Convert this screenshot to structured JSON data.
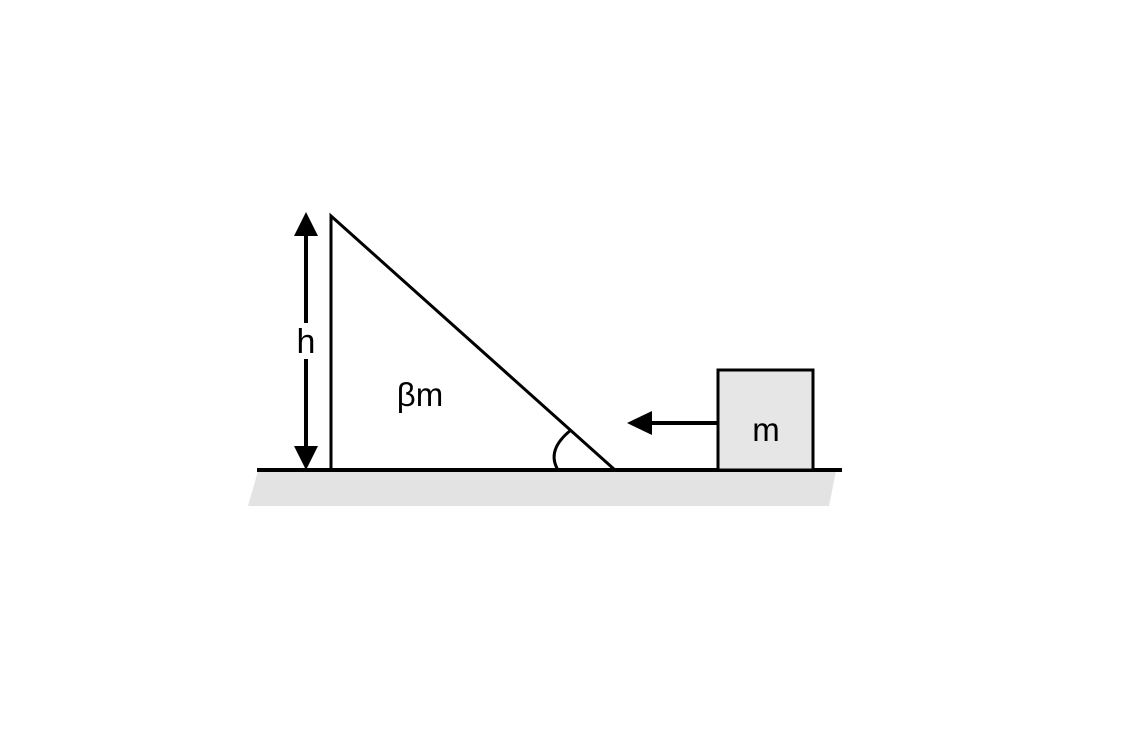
{
  "diagram": {
    "labels": {
      "height": "h",
      "wedge_mass": "βm",
      "block_mass": "m"
    },
    "colors": {
      "line": "#000000",
      "ground_shadow": "#e3e3e3",
      "block_fill": "#e6e6e6",
      "background": "#ffffff"
    }
  }
}
